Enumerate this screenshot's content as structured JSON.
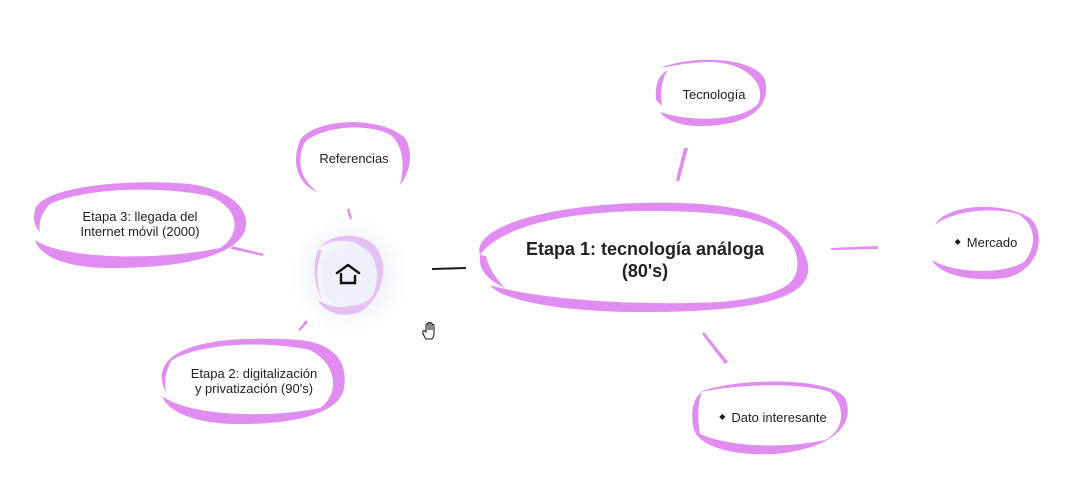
{
  "mindmap": {
    "accent_color": "#e08cf0",
    "home_bg_color": "#eef1f9",
    "central": {
      "label": "Etapa 1: tecnología análoga\n(80's)"
    },
    "home": {
      "icon": "home-icon"
    },
    "cursor": {
      "icon": "hand-cursor-icon"
    },
    "nodes": [
      {
        "id": "tecnologia",
        "label": "Tecnología",
        "bullet": false
      },
      {
        "id": "mercado",
        "label": "Mercado",
        "bullet": true
      },
      {
        "id": "dato-interesante",
        "label": "Dato interesante",
        "bullet": true
      },
      {
        "id": "referencias",
        "label": "Referencias",
        "bullet": false
      },
      {
        "id": "etapa-3",
        "label": "Etapa 3: llegada del\nInternet móvil (2000)",
        "bullet": false
      },
      {
        "id": "etapa-2",
        "label": "Etapa 2: digitalización\ny privatización (90's)",
        "bullet": false
      }
    ],
    "bullet_glyph": "◆"
  }
}
